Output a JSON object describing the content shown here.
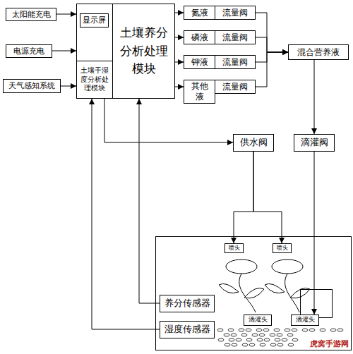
{
  "diagram": {
    "nodes": [
      {
        "text": [
          "太阳能充电"
        ]
      },
      {
        "text": [
          "显示屏"
        ]
      },
      {
        "text": [
          "土壤养分分析处理模块"
        ]
      },
      {
        "text": [
          "电源充电"
        ]
      },
      {
        "text": [
          "天气感知系统"
        ]
      },
      {
        "text": [
          "土壤干湿度分析处理模块"
        ]
      },
      {
        "text": [
          "氮液"
        ]
      },
      {
        "text": [
          "流量阀"
        ]
      },
      {
        "text": [
          "磷液"
        ]
      },
      {
        "text": [
          "流量阀"
        ]
      },
      {
        "text": [
          "钾液"
        ]
      },
      {
        "text": [
          "流量阀"
        ]
      },
      {
        "text": [
          "其他液"
        ]
      },
      {
        "text": [
          "流量阀"
        ]
      },
      {
        "text": [
          "混合营养液"
        ]
      },
      {
        "text": [
          "供水阀"
        ]
      },
      {
        "text": [
          "滴灌阀"
        ]
      },
      {
        "text": [
          "喷头"
        ]
      },
      {
        "text": [
          "喷头"
        ]
      },
      {
        "text": [
          "养分传感器"
        ]
      },
      {
        "text": [
          "滴灌头"
        ]
      },
      {
        "text": [
          "滴灌头"
        ]
      },
      {
        "text": [
          "湿度传感器"
        ]
      }
    ],
    "edges": [
      {
        "from": 0,
        "to": 1,
        "arrow": "to"
      },
      {
        "from": 3,
        "to": 1,
        "arrow": "to"
      },
      {
        "from": 4,
        "to": 5,
        "arrow": "to"
      },
      {
        "from": 2,
        "to": 6,
        "arrow": "to"
      },
      {
        "from": 2,
        "to": 8,
        "arrow": "to"
      },
      {
        "from": 2,
        "to": 10,
        "arrow": "to"
      },
      {
        "from": 2,
        "to": 12,
        "arrow": "to"
      },
      {
        "from": 7,
        "to": 14,
        "arrow": "to"
      },
      {
        "from": 9,
        "to": 14,
        "arrow": "to"
      },
      {
        "from": 11,
        "to": 14,
        "arrow": "to"
      },
      {
        "from": 13,
        "to": 14,
        "arrow": "to"
      },
      {
        "from": 14,
        "to": 16,
        "arrow": "to"
      },
      {
        "from": 5,
        "to": 15,
        "arrow": "to"
      },
      {
        "from": 15,
        "to": 17,
        "arrow": "to"
      },
      {
        "from": 15,
        "to": 18,
        "arrow": "to"
      },
      {
        "from": 16,
        "to": 21,
        "arrow": "to"
      },
      {
        "from": 19,
        "to": 2,
        "arrow": "to"
      },
      {
        "from": 22,
        "to": 5,
        "arrow": "to"
      }
    ],
    "labels": [
      "虎窝手游网"
    ]
  }
}
